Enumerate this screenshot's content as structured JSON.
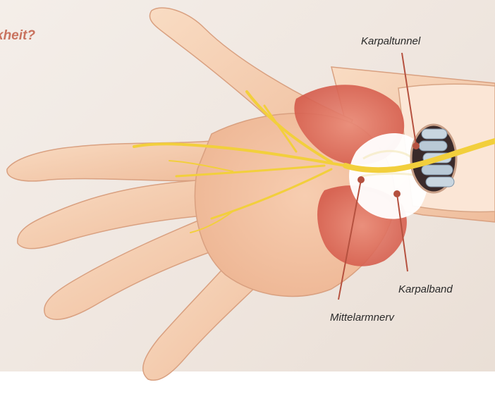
{
  "heading_fragment": "kheit?",
  "labels": {
    "carpal_tunnel": "Karpaltunnel",
    "carpal_ligament": "Karpalband",
    "median_nerve": "Mittelarmnerv"
  },
  "colors": {
    "background": "#f1e9e3",
    "heading": "#c9735f",
    "skin": "#f5cdb0",
    "muscle": "#d9695a",
    "ligament": "#ffffff",
    "nerve": "#f2cf3c",
    "leader_line": "#b5513f"
  }
}
